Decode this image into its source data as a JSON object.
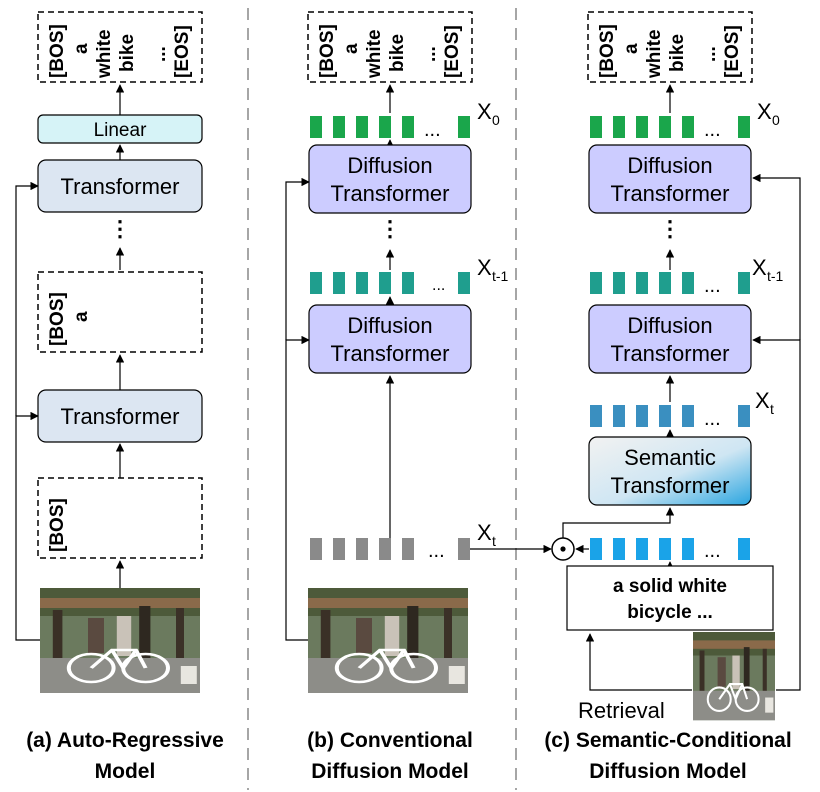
{
  "panel_a": {
    "tokens_out": [
      "[BOS]",
      "a",
      "white",
      "bike",
      "...",
      "[EOS]"
    ],
    "linear_label": "Linear",
    "transformer_label": "Transformer",
    "tokens_mid": [
      "[BOS]",
      "a"
    ],
    "tokens_first": [
      "[BOS]"
    ],
    "caption_line1": "(a) Auto-Regressive",
    "caption_line2": "Model"
  },
  "panel_b": {
    "tokens_out": [
      "[BOS]",
      "a",
      "white",
      "bike",
      "...",
      "[EOS]"
    ],
    "diffusion_line1": "Diffusion",
    "diffusion_line2": "Transformer",
    "x0": "X",
    "x0_sub": "0",
    "xt1": "X",
    "xt1_sub": "t-1",
    "xt": "X",
    "xt_sub": "t",
    "ellipsis": "...",
    "caption_line1": "(b) Conventional",
    "caption_line2": "Diffusion Model"
  },
  "panel_c": {
    "tokens_out": [
      "[BOS]",
      "a",
      "white",
      "bike",
      "...",
      "[EOS]"
    ],
    "diffusion_line1": "Diffusion",
    "diffusion_line2": "Transformer",
    "semantic_line1": "Semantic",
    "semantic_line2": "Transformer",
    "retrieved_line1": "a solid white",
    "retrieved_line2": "bicycle ...",
    "retrieval_label": "Retrieval",
    "x0": "X",
    "x0_sub": "0",
    "xt1": "X",
    "xt1_sub": "t-1",
    "xt": "X",
    "xt_sub": "t",
    "ellipsis": "...",
    "caption_line1": "(c) Semantic-Conditional",
    "caption_line2": "Diffusion Model"
  },
  "colors": {
    "transformer_fill": "#dce6f2",
    "linear_fill": "#d6f3f7",
    "diffusion_fill": "#ccccff",
    "token_green": "#1aa64b",
    "token_teal": "#1f9e8e",
    "token_steel": "#3a8fc0",
    "token_blue": "#1aa3e8",
    "token_gray": "#8a8a8a"
  },
  "icons": [
    "photo-street-bike",
    "element-wise-product-icon"
  ]
}
